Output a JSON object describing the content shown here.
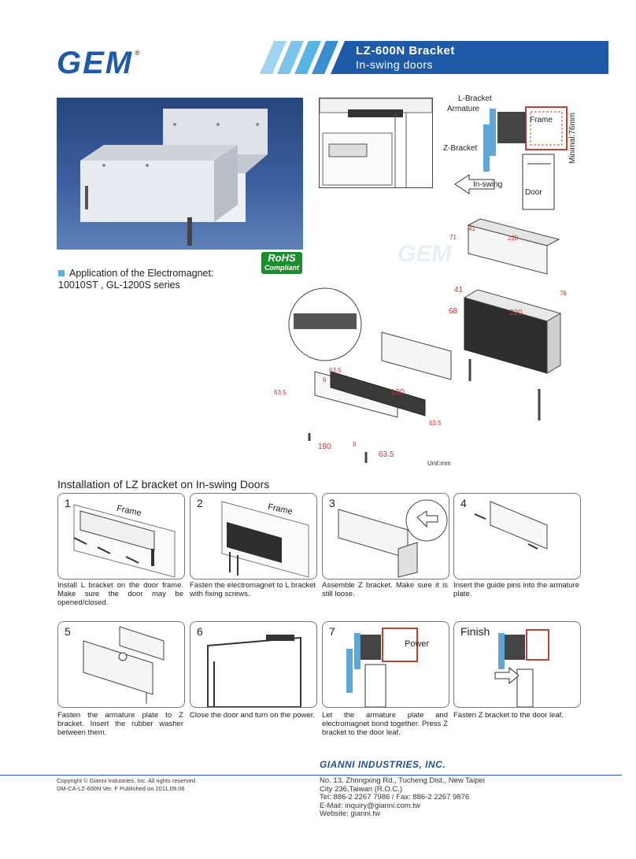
{
  "header": {
    "logo": "GEM",
    "logo_mark": "®",
    "title": "LZ-600N Bracket",
    "subtitle": "In-swing doors"
  },
  "colors": {
    "brand_blue": "#1f5aa8",
    "accent_light_blue": "#56b4e3",
    "rohs_green": "#1b8f2e",
    "dimension_red": "#c33333"
  },
  "rohs": {
    "line1": "RoHS",
    "line2": "Compliant"
  },
  "application": {
    "line1": "Application of the Electromagnet:",
    "line2": "10010ST , GL-1200S series"
  },
  "diagram": {
    "l_bracket": "L-Bracket",
    "armature": "Armature",
    "frame": "Frame",
    "minimal": "Minimal:76mm",
    "z_bracket": "Z-Bracket",
    "in_swing": "In-swing",
    "door": "Door",
    "unit": "Unit:mm",
    "dims": {
      "d41a": "41",
      "d220a": "220",
      "d71": "71",
      "d41b": "41",
      "d68": "68",
      "d220b": "220",
      "d76": "76",
      "d635a": "63.5",
      "d635b": "63.5",
      "d190a": "190",
      "d635c": "63.5",
      "d635d": "63.5",
      "d190b": "190",
      "d8": "8",
      "d6": "6"
    }
  },
  "section_title": "Installation of LZ bracket on In-swing Doors",
  "steps": [
    {
      "num": "1",
      "label": "Frame",
      "caption": "Install L bracket on the door frame. Make sure the door may be opened/closed."
    },
    {
      "num": "2",
      "label": "Frame",
      "caption": "Fasten the electromagnet to L bracket with fixing screws."
    },
    {
      "num": "3",
      "label": "",
      "caption": "Assemble Z bracket. Make sure it is still loose."
    },
    {
      "num": "4",
      "label": "",
      "caption": "Insert the guide pins into the armature plate."
    },
    {
      "num": "5",
      "label": "",
      "caption": "Fasten the armature plate to Z bracket. Insert the rubber washer between them."
    },
    {
      "num": "6",
      "label": "",
      "caption": "Close the door and turn on the power."
    },
    {
      "num": "7",
      "label": "Power",
      "caption": "Let the armature plate and electromagnet bond together. Press Z bracket to the door leaf."
    },
    {
      "num": "Finish",
      "label": "",
      "caption": "Fasten Z bracket to the door leaf."
    }
  ],
  "footer": {
    "company": "GIANNI INDUSTRIES, INC.",
    "copyright": "Copyright © Gianni Industries, Inc. All rights reserved.",
    "doc_id": "DM-CA-LZ-600N   Ver. F   Published on 2011.09.08",
    "address1": "No. 13, Zhongxing Rd., Tucheng Dist., New Taipei",
    "address2": "City 236,Taiwan (R.O.C.)",
    "tel": "Tel: 886-2 2267 7986 / Fax: 886-2 2267 9876",
    "email": "E-Mail: inquiry@gianni.com.tw",
    "website": "Website: gianni.tw"
  }
}
